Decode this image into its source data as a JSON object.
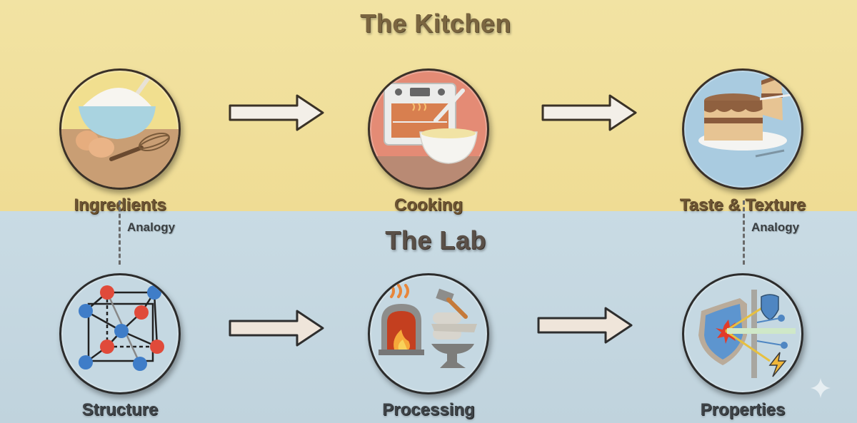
{
  "sections": {
    "kitchen": {
      "title": "The Kitchen",
      "background": "#f0df9c",
      "nodes": [
        {
          "label": "Ingredients",
          "icon": "flour-bowl-eggs-whisk-icon"
        },
        {
          "label": "Cooking",
          "icon": "oven-mixing-bowl-icon"
        },
        {
          "label": "Taste & Texture",
          "icon": "layer-cake-icon"
        }
      ]
    },
    "lab": {
      "title": "The Lab",
      "background": "#c5d8e2",
      "nodes": [
        {
          "label": "Structure",
          "icon": "crystal-lattice-icon"
        },
        {
          "label": "Processing",
          "icon": "furnace-rollers-anvil-icon"
        },
        {
          "label": "Properties",
          "icon": "shield-impact-icon"
        }
      ]
    }
  },
  "connectors": {
    "arrow": "right-arrow-icon",
    "analogy_left": "Analogy",
    "analogy_right": "Analogy"
  },
  "watermark": "sparkle-icon"
}
